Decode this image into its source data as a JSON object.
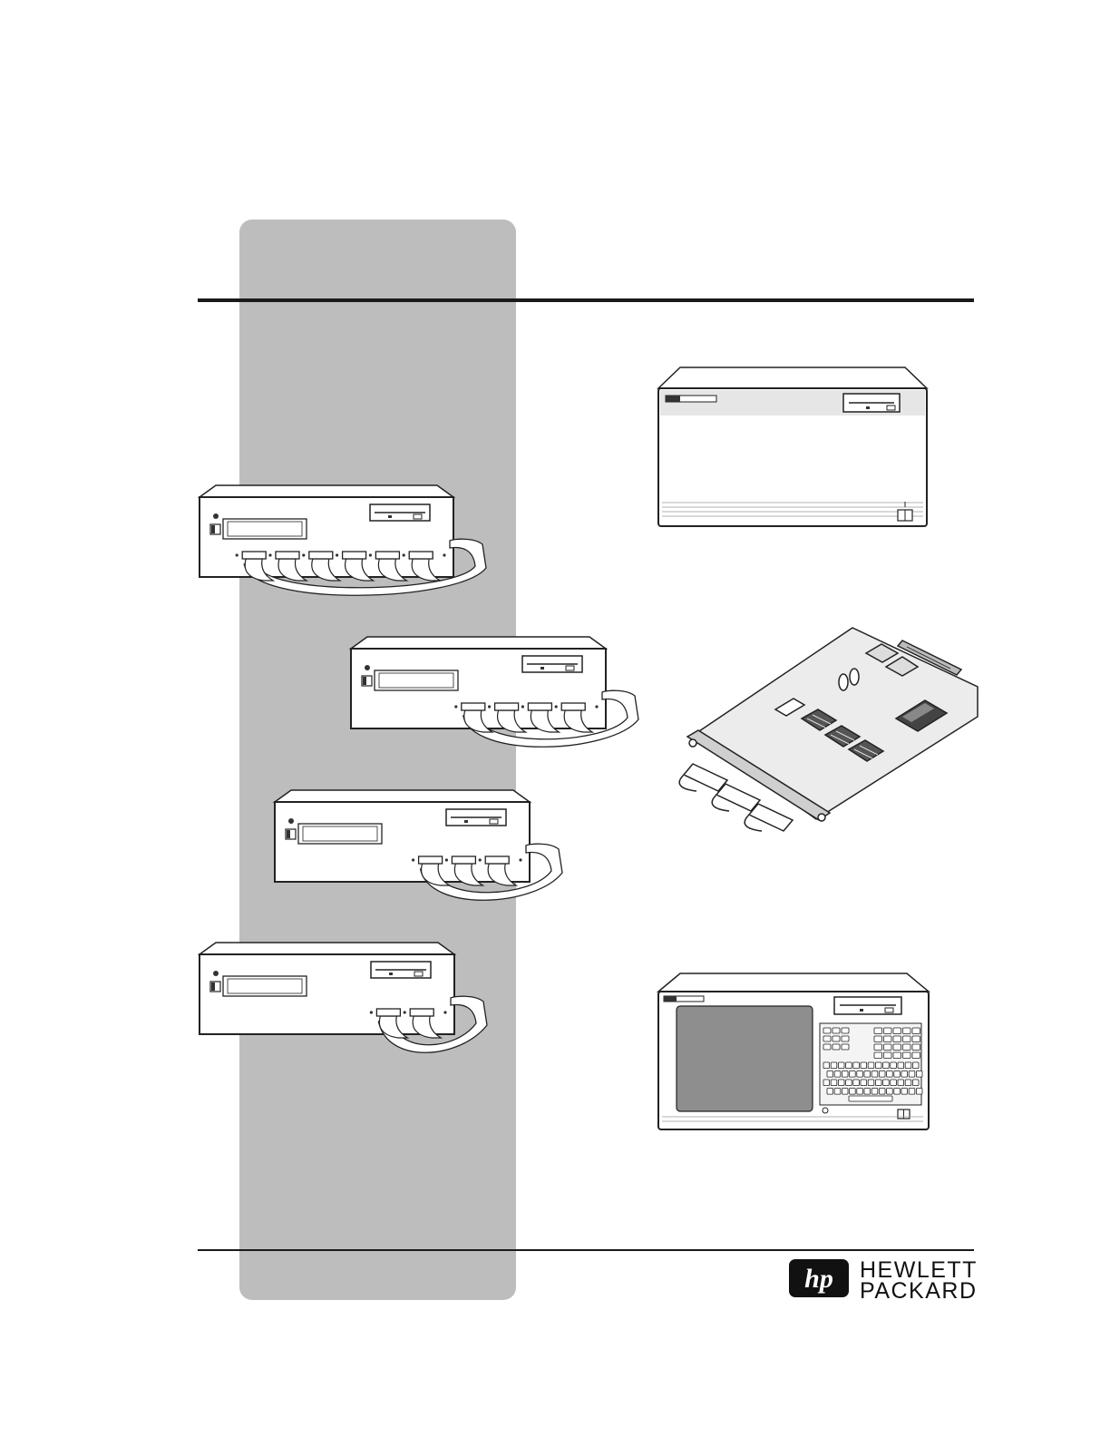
{
  "colors": {
    "panel": "#bdbdbd",
    "rule": "#1a1a1a",
    "ink": "#222222",
    "screen": "#8e8e8e"
  },
  "instruments": [
    {
      "name": "expander-frame-6-cables",
      "connectors": 6
    },
    {
      "name": "expander-frame-4-cables",
      "connectors": 4
    },
    {
      "name": "expander-frame-3-cables",
      "connectors": 3
    },
    {
      "name": "expander-frame-2-cables",
      "connectors": 2
    }
  ],
  "icons": [
    "floppy-drive-icon",
    "power-switch-icon",
    "ribbon-cable-icon",
    "heatsink-icon"
  ],
  "logo": {
    "mark": "hp",
    "line1": "HEWLETT",
    "line2": "PACKARD"
  }
}
